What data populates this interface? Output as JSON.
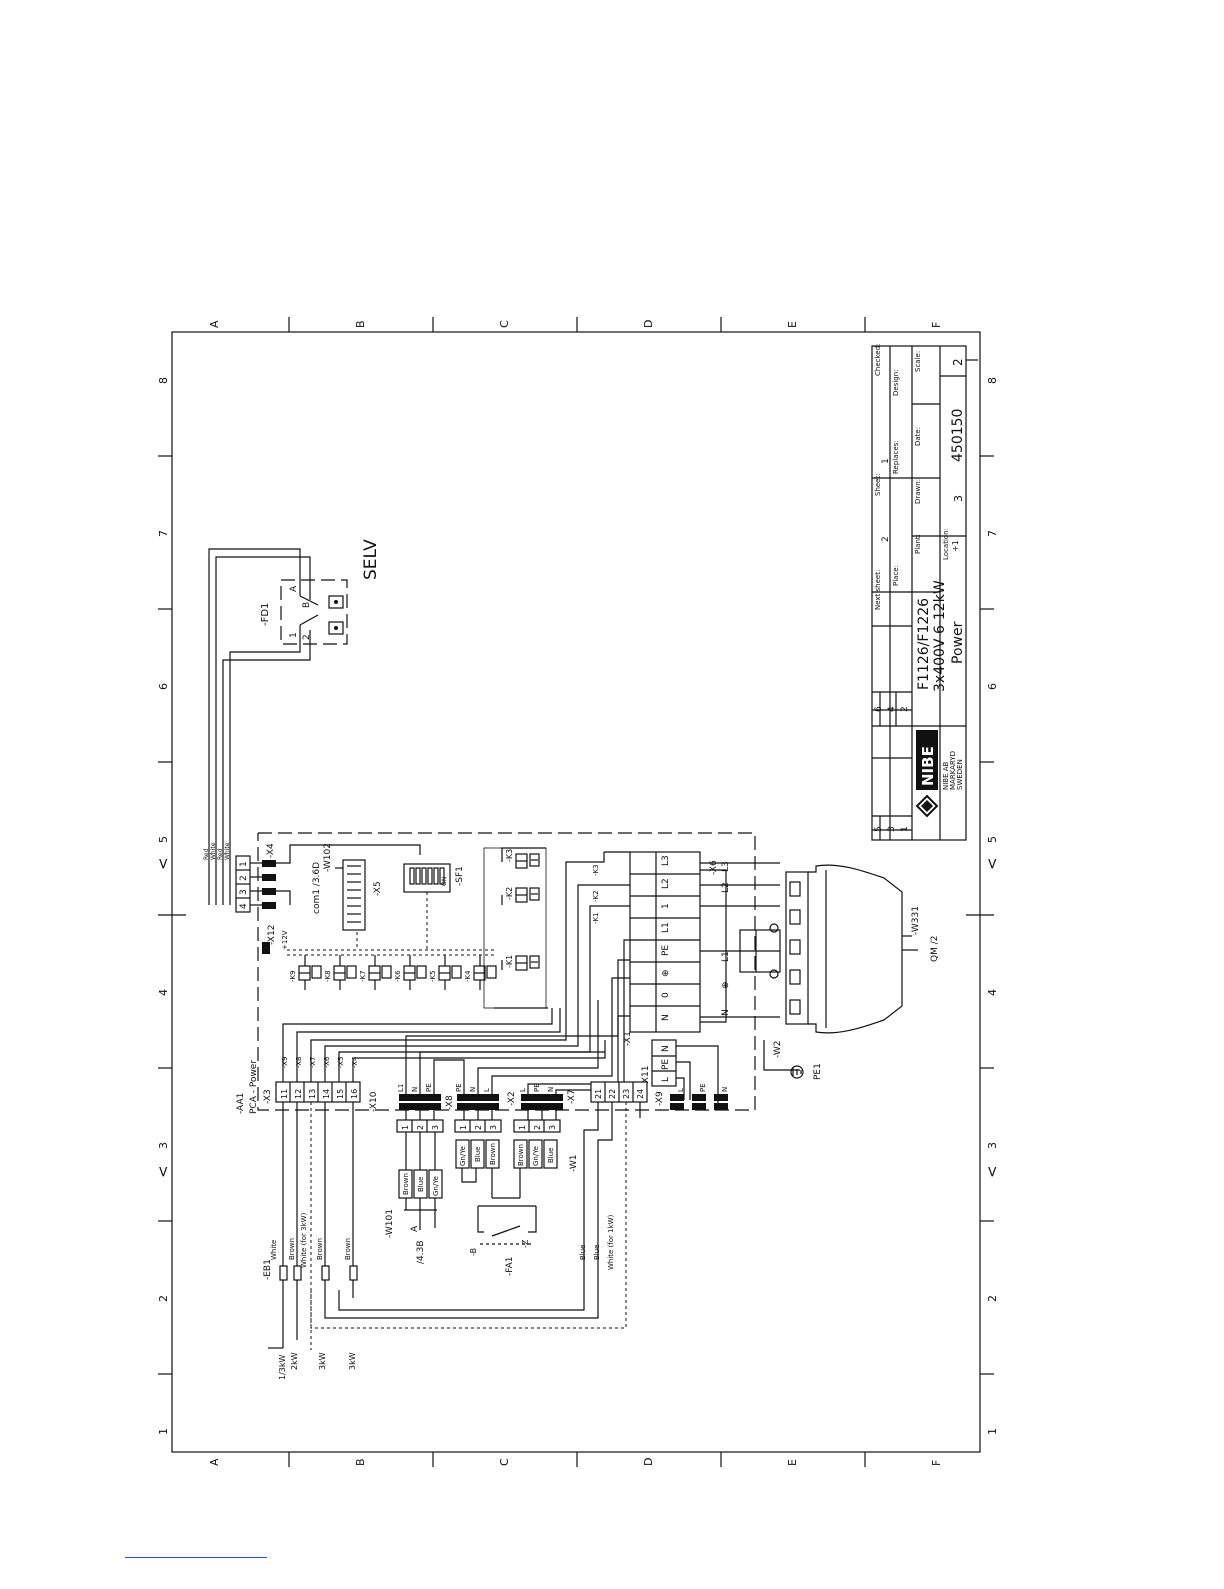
{
  "frame": {
    "cols": [
      "A",
      "B",
      "C",
      "D",
      "E",
      "F"
    ],
    "rows": [
      "1",
      "2",
      "3",
      "4",
      "5",
      "6",
      "7",
      "8"
    ]
  },
  "selv": "SELV",
  "fd1": {
    "ref": "-FD1",
    "contacts": [
      "A",
      "B",
      "1",
      "2"
    ]
  },
  "x12": {
    "ref": "-X12",
    "pins": [
      "4",
      "3",
      "2",
      "1"
    ],
    "wires": [
      "Red",
      "White",
      "Red",
      "White"
    ]
  },
  "x4": "-X4",
  "x5": {
    "ref": "-X5",
    "link": "-W102",
    "link_ref": "com1 /3.6D"
  },
  "sf1": {
    "ref": "-SF1",
    "label": "ON"
  },
  "relays": [
    "-K1",
    "-K2",
    "-K3",
    "-K4",
    "-K5",
    "-K6",
    "-K7",
    "-K8",
    "-K9"
  ],
  "relay_bottom": [
    "-K1",
    "-K2",
    "-K3"
  ],
  "relay_top": [
    "-K4",
    "-K5",
    "-K6",
    "-K7",
    "-K8",
    "-K9"
  ],
  "relay_taps": [
    "-K1",
    "-K2",
    "-K3"
  ],
  "bus_label": "+12V",
  "x6": {
    "ref": "-X6",
    "top_labels": [
      "N",
      "0",
      "⊕",
      "PE",
      "L1",
      "1",
      "L2",
      "L3"
    ],
    "bottom_labels": [
      "N",
      "⊕",
      "L1",
      "L2",
      "L3"
    ]
  },
  "x1": "-X1",
  "w331": "-W331",
  "qm": "QM /2",
  "w2": "-W2",
  "pe1": "PE1",
  "x11": {
    "ref": "-X11",
    "pins": [
      "L",
      "PE",
      "N"
    ]
  },
  "x9": {
    "ref": "-X9",
    "pins": [
      "L",
      "PE",
      "N"
    ]
  },
  "aa1": {
    "ref": "-AA1",
    "board": "PCA - Power",
    "x3": "-X3",
    "pins": [
      "11",
      "12",
      "13",
      "14",
      "15",
      "16"
    ],
    "taps": [
      "-X9",
      "-X8",
      "-X7",
      "-X6",
      "-X5",
      "-X4"
    ]
  },
  "x10": {
    "ref": "-X10",
    "pins": [
      "L1",
      "N",
      "PE"
    ],
    "terms": [
      "1",
      "2",
      "3"
    ],
    "wires": [
      "Brown",
      "Blue",
      "Gn/Ye"
    ]
  },
  "x8": {
    "ref": "-X8",
    "pins": [
      "PE",
      "N",
      "L"
    ],
    "terms": [
      "1",
      "2",
      "3"
    ],
    "wires": [
      "Gn/Ye",
      "Blue",
      "Brown"
    ]
  },
  "x2": {
    "ref": "-X2",
    "pins": [
      "L",
      "PE",
      "N"
    ],
    "terms": [
      "1",
      "2",
      "3"
    ],
    "wires": [
      "Brown",
      "Gn/Ye",
      "Blue"
    ]
  },
  "x7": {
    "ref": "-X7",
    "pins": [
      "21",
      "22",
      "23",
      "24"
    ],
    "wires": [
      "Blue",
      "Blue",
      "White (for 1kW)"
    ]
  },
  "w101": {
    "ref": "-W101",
    "link": "/4.3B",
    "arrow": "A"
  },
  "w1": "-W1",
  "fa1": {
    "ref": "-FA1",
    "marks": [
      "-B",
      "-Z"
    ]
  },
  "eb1": {
    "ref": "-EB1",
    "wires": [
      "White",
      "Brown",
      "White (for 3kW)",
      "Brown",
      "Brown"
    ],
    "powers": [
      "1/3kW",
      "2kW",
      "3kW",
      "3kW"
    ]
  },
  "title_block": {
    "company": "NIBE",
    "company_lines": [
      "NIBE AB",
      "MARKARYD",
      "SWEDEN"
    ],
    "rev_rows": [
      [
        "5",
        "6"
      ],
      [
        "3",
        "4"
      ],
      [
        "1",
        "2"
      ]
    ],
    "product": "F1126/F1226",
    "variant": "3x400V 6-12kW",
    "subject": "Power",
    "next_sheet_label": "Next sheet:",
    "next_sheet": "2",
    "sheet_label": "Sheet:",
    "sheet": "1",
    "checked_label": "Checked:",
    "place_label": "Place:",
    "replaces_label": "Replaces:",
    "design_label": "Design:",
    "plant_label": "Plant:",
    "drawn_label": "Drawn:",
    "date_label": "Date:",
    "scale_label": "Scale:",
    "location_label": "Location:",
    "location": "+1",
    "drawn_num": "3",
    "doc_number": "450150",
    "scale": "2"
  }
}
